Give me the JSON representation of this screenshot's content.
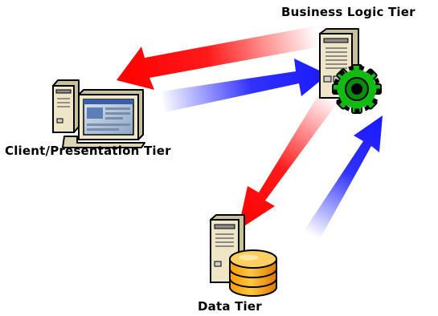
{
  "diagram": {
    "tiers": {
      "business": {
        "label": "Business Logic Tier",
        "icon": "server-with-gear-icon"
      },
      "client": {
        "label": "Client/Presentation Tier",
        "icon": "desktop-computer-icon"
      },
      "data": {
        "label": "Data Tier",
        "icon": "server-with-database-icon"
      }
    },
    "arrows": [
      {
        "from": "business",
        "to": "client",
        "color": "#ff0000"
      },
      {
        "from": "client",
        "to": "business",
        "color": "#1a1aff"
      },
      {
        "from": "business",
        "to": "data",
        "color": "#ff0000"
      },
      {
        "from": "data",
        "to": "business",
        "color": "#1a1aff"
      }
    ],
    "colors": {
      "request_arrow": "#ff0000",
      "response_arrow": "#1a1aff",
      "gear": "#11bb11",
      "database": "#ffa500",
      "server": "#efe6c8"
    }
  }
}
